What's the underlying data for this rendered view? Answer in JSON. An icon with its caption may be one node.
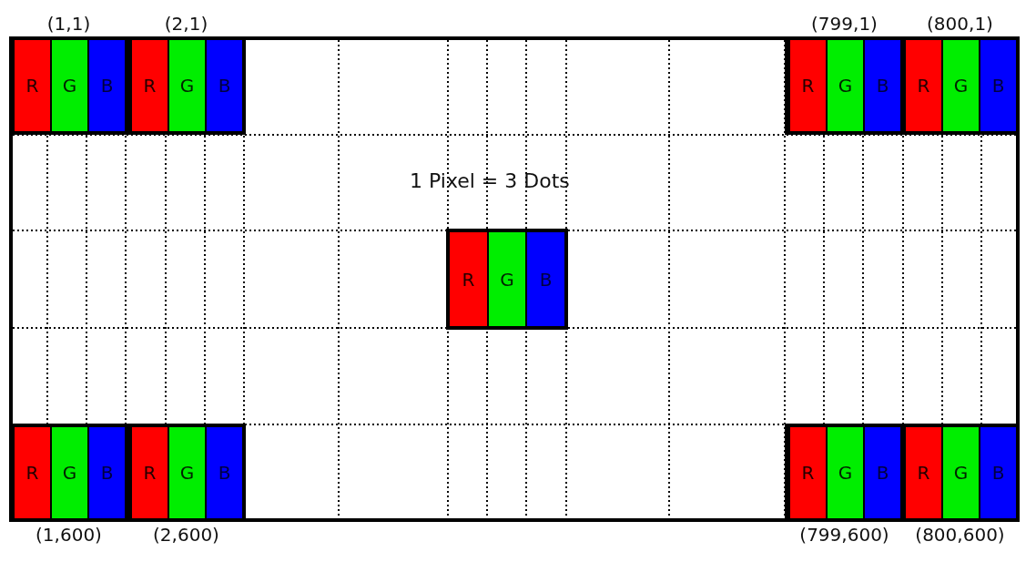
{
  "diagram": {
    "nodes": [
      {
        "text": [],
        "shape": "box"
      },
      {
        "text": [],
        "shape": "box",
        "in": 0,
        "beside": [
          "(1,1)"
        ]
      },
      {
        "text": [
          "R"
        ],
        "in": 1
      },
      {
        "text": [
          "G"
        ],
        "in": 1
      },
      {
        "text": [
          "B"
        ],
        "in": 1
      },
      {
        "text": [],
        "shape": "box",
        "in": 0,
        "beside": [
          "(2,1)"
        ]
      },
      {
        "text": [
          "R"
        ],
        "in": 5
      },
      {
        "text": [
          "G"
        ],
        "in": 5
      },
      {
        "text": [
          "B"
        ],
        "in": 5
      },
      {
        "text": [],
        "shape": "box",
        "in": 0,
        "beside": [
          "(799,1)"
        ]
      },
      {
        "text": [
          "R"
        ],
        "in": 9
      },
      {
        "text": [
          "G"
        ],
        "in": 9
      },
      {
        "text": [
          "B"
        ],
        "in": 9
      },
      {
        "text": [],
        "shape": "box",
        "in": 0,
        "beside": [
          "(800,1)"
        ]
      },
      {
        "text": [
          "R"
        ],
        "in": 13
      },
      {
        "text": [
          "G"
        ],
        "in": 13
      },
      {
        "text": [
          "B"
        ],
        "in": 13
      },
      {
        "text": [],
        "shape": "box",
        "in": 0
      },
      {
        "text": [
          "R"
        ],
        "in": 17
      },
      {
        "text": [
          "G"
        ],
        "in": 17
      },
      {
        "text": [
          "B"
        ],
        "in": 17
      },
      {
        "text": [],
        "shape": "box",
        "in": 0,
        "beside": [
          "(1,600)"
        ]
      },
      {
        "text": [
          "R"
        ],
        "in": 21
      },
      {
        "text": [
          "G"
        ],
        "in": 21
      },
      {
        "text": [
          "B"
        ],
        "in": 21
      },
      {
        "text": [],
        "shape": "box",
        "in": 0,
        "beside": [
          "(2,600)"
        ]
      },
      {
        "text": [
          "R"
        ],
        "in": 25
      },
      {
        "text": [
          "G"
        ],
        "in": 25
      },
      {
        "text": [
          "B"
        ],
        "in": 25
      },
      {
        "text": [],
        "shape": "box",
        "in": 0,
        "beside": [
          "(799,600)"
        ]
      },
      {
        "text": [
          "R"
        ],
        "in": 29
      },
      {
        "text": [
          "G"
        ],
        "in": 29
      },
      {
        "text": [
          "B"
        ],
        "in": 29
      },
      {
        "text": [],
        "shape": "box",
        "in": 0,
        "beside": [
          "(800,600)"
        ]
      },
      {
        "text": [
          "R"
        ],
        "in": 33
      },
      {
        "text": [
          "G"
        ],
        "in": 33
      },
      {
        "text": [
          "B"
        ],
        "in": 33
      }
    ],
    "edges": [],
    "labels": [
      "1 Pixel = 3 Dots"
    ]
  }
}
